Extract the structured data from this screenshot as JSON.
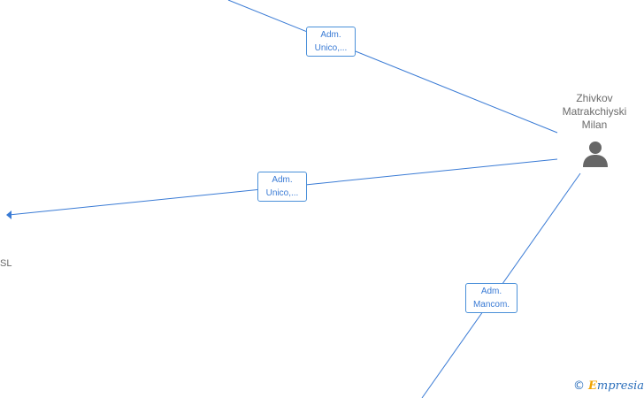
{
  "nodes": {
    "person": {
      "name": "Zhivkov\nMatrakchiyski\nMilan",
      "icon": "person-icon"
    },
    "company_fragment": "SL"
  },
  "edges": [
    {
      "id": "top",
      "label_line1": "Adm.",
      "label_line2": "Unico,..."
    },
    {
      "id": "left",
      "label_line1": "Adm.",
      "label_line2": "Unico,..."
    },
    {
      "id": "bottom",
      "label_line1": "Adm.",
      "label_line2": "Mancom."
    }
  ],
  "brand": {
    "copyright": "©",
    "initial": "E",
    "rest": "mpresia"
  },
  "colors": {
    "edge": "#3a7bd5",
    "label_border": "#4a90d9",
    "text": "#6b6b6b",
    "icon": "#666666"
  }
}
